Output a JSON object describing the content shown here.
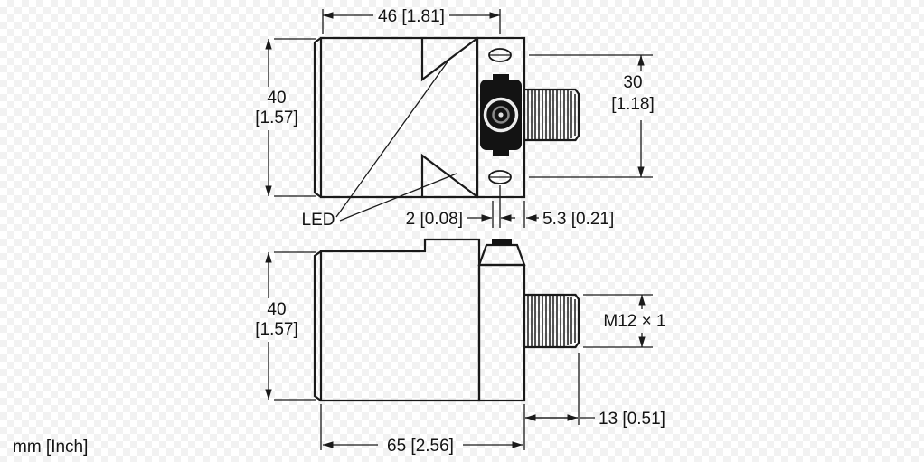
{
  "footer": {
    "units_label": "mm [Inch]"
  },
  "top_view": {
    "width_dim": "46 [1.81]",
    "height_dim_mm": "40",
    "height_dim_inch": "[1.57]",
    "pitch_dim_mm": "30",
    "pitch_dim_inch": "[1.18]",
    "led_label": "LED",
    "offset_dim": "2 [0.08]",
    "slot_dim": "5.3 [0.21]"
  },
  "side_view": {
    "height_dim_mm": "40",
    "height_dim_inch": "[1.57]",
    "thread_label": "M12 × 1",
    "thread_length_dim": "13 [0.51]",
    "length_dim": "65 [2.56]"
  },
  "colors": {
    "line": "#1a1a1a",
    "connector_fill": "#131313"
  }
}
